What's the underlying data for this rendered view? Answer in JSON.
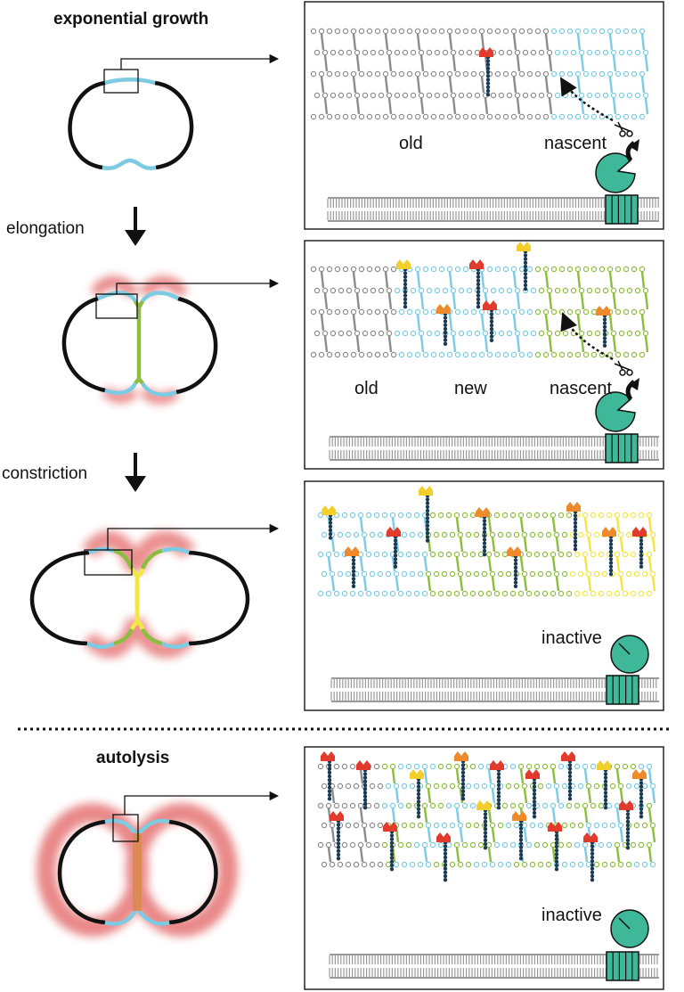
{
  "stages": {
    "exponential_title": "exponential growth",
    "elongation_label": "elongation",
    "constriction_label": "constriction",
    "autolysis_title": "autolysis"
  },
  "panels": {
    "growth": {
      "old": "old",
      "nascent": "nascent"
    },
    "elongation": {
      "old": "old",
      "new": "new",
      "nascent": "nascent"
    },
    "constriction": {
      "inactive": "inactive"
    },
    "autolysis": {
      "inactive": "inactive"
    }
  },
  "colors": {
    "old_wall": "#8c8c8c",
    "new_wall_blue": "#7ccbe3",
    "septal_green": "#8dbd3f",
    "yellow_wall": "#f2e646",
    "enzyme_teal": "#3fb89a",
    "lipid": "#9a9a9a",
    "cap_red": "#e23b2e",
    "cap_orange": "#ef8a2c",
    "cap_yellow": "#f3cf2b",
    "stem_dark": "#1c3a52",
    "halo_red": "#e26060"
  },
  "icons": [
    "arrow-down-icon",
    "scissors-icon",
    "enzyme-icon",
    "membrane-protein-icon"
  ]
}
